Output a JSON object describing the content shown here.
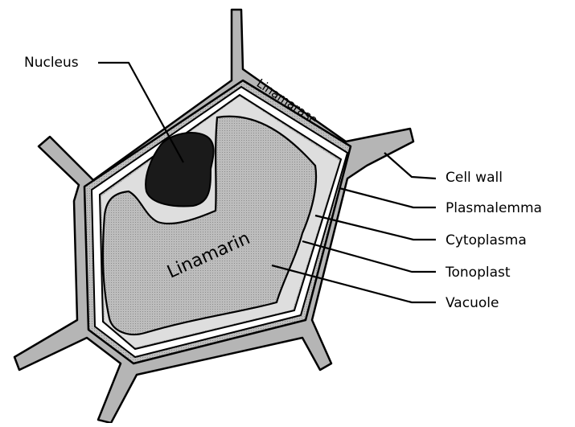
{
  "labels": {
    "nucleus": "Nucleus",
    "linamarase": "Linamarase",
    "linamarin": "Linamarin",
    "cell_wall": "Cell wall",
    "plasmalemma": "Plasmalemma",
    "cytoplasma": "Cytoplasma",
    "tonoplast": "Tonoplast",
    "vacuole": "Vacuole"
  },
  "colors": {
    "background": "#ffffff",
    "cell_wall": "#b5b5b5",
    "cytoplasm": "#dedede",
    "vacuole": "#acacac",
    "nucleus": "#1a1a1a",
    "outline": "#000000"
  }
}
